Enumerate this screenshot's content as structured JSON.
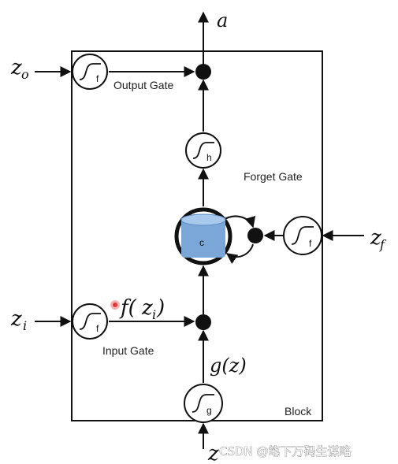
{
  "labels": {
    "output_gate": "Output Gate",
    "forget_gate": "Forget Gate",
    "input_gate": "Input Gate",
    "block": "Block"
  },
  "math": {
    "a": "a",
    "zo_base": "z",
    "zo_sub": "o",
    "zi_base": "z",
    "zi_sub": "i",
    "zf_base": "z",
    "zf_sub": "f",
    "z": "z",
    "f_of_zi_pre": "f(",
    "f_of_zi_var": "z",
    "f_of_zi_sub": "i",
    "f_of_zi_post": ")",
    "g_of_z": "g(z)"
  },
  "units": {
    "output_gate_unit": "f",
    "input_gate_unit": "f",
    "forget_gate_unit": "f",
    "h_unit": "h",
    "g_unit": "g",
    "cell": "c"
  },
  "watermark": "CSDN @笔下万码生谋略",
  "colors": {
    "cell_fill": "#7aa7d8",
    "line": "#111111",
    "highlight_dot": "#e53935"
  }
}
